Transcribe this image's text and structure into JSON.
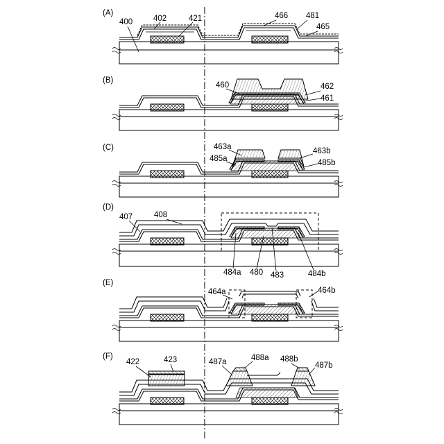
{
  "panels": {
    "A": {
      "tag": "(A)",
      "labels": {
        "l400": "400",
        "l402": "402",
        "l421": "421",
        "l466": "466",
        "l481": "481",
        "l465": "465"
      }
    },
    "B": {
      "tag": "(B)",
      "labels": {
        "l460": "460",
        "l462": "462",
        "l461": "461"
      }
    },
    "C": {
      "tag": "(C)",
      "labels": {
        "l463a": "463a",
        "l463b": "463b",
        "l485a": "485a",
        "l485b": "485b"
      }
    },
    "D": {
      "tag": "(D)",
      "labels": {
        "l407": "407",
        "l408": "408",
        "l484a": "484a",
        "l480": "480",
        "l483": "483",
        "l484b": "484b"
      }
    },
    "E": {
      "tag": "(E)",
      "labels": {
        "l464a": "464a",
        "l464b": "464b"
      }
    },
    "F": {
      "tag": "(F)",
      "labels": {
        "l422": "422",
        "l423": "423",
        "l487a": "487a",
        "l488a": "488a",
        "l488b": "488b",
        "l487b": "487b"
      }
    }
  }
}
